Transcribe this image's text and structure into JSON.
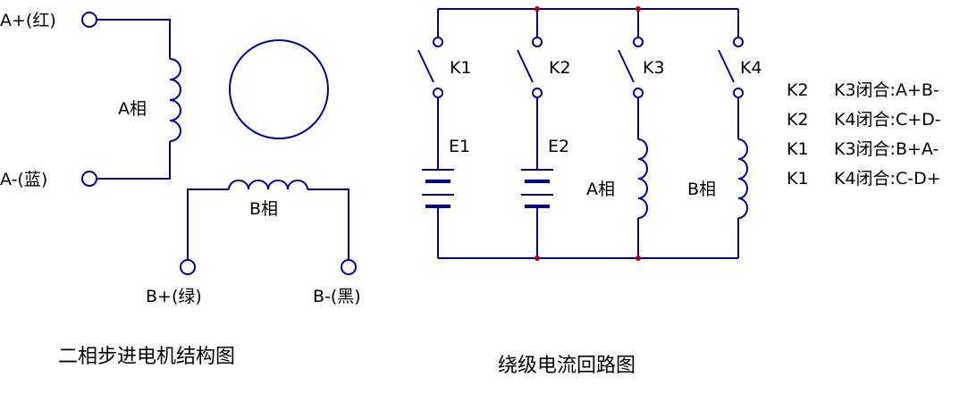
{
  "colors": {
    "wire": "#0000a0",
    "text": "#000000",
    "node": "#b00000",
    "background": "#ffffff"
  },
  "motor": {
    "a_plus": "A+(红)",
    "a_minus": "A-(蓝)",
    "phase_a": "A相",
    "phase_b": "B相",
    "b_plus": "B+(绿)",
    "b_minus": "B-(黑)",
    "caption": "二相步进电机结构图"
  },
  "circuit": {
    "switches": [
      "K1",
      "K2",
      "K3",
      "K4"
    ],
    "sources": [
      "E1",
      "E2"
    ],
    "coil_a": "A相",
    "coil_b": "B相",
    "caption": "绕级电流回路图"
  },
  "rules": [
    {
      "pair": "K2",
      "cond": "K3闭合:A+B-"
    },
    {
      "pair": "K2",
      "cond": "K4闭合:C+D-"
    },
    {
      "pair": "K1",
      "cond": "K3闭合:B+A-"
    },
    {
      "pair": "K1",
      "cond": "K4闭合:C-D+"
    }
  ]
}
